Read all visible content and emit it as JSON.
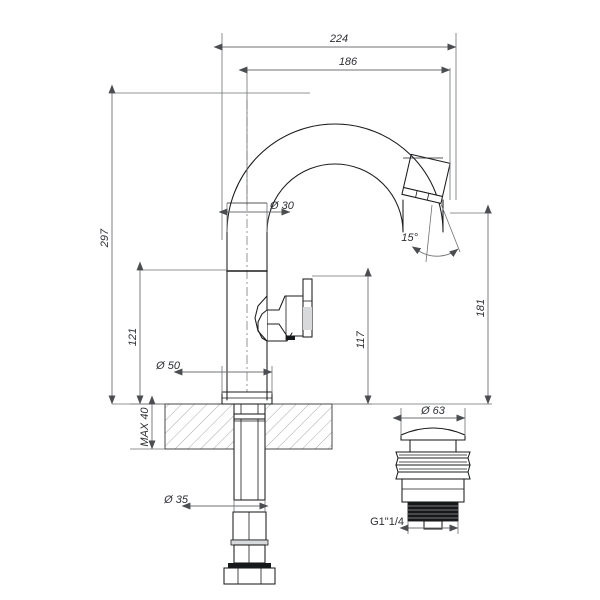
{
  "drawing": {
    "title": "Technical dimension drawing - single lever basin mixer tap with pop-up waste",
    "background_color": "#ffffff",
    "line_color": "#1b1c1e",
    "dimension_color": "#6e7073",
    "text_color": "#2d2f34",
    "units": "mm"
  },
  "dimensions": {
    "overall_spout_reach": "224",
    "inner_spout_reach": "186",
    "overall_height": "297",
    "body_height": "121",
    "spout_tube_diameter": "Ø 30",
    "base_diameter": "Ø 50",
    "shank_diameter": "Ø 35",
    "max_deck_thickness": "MAX 40",
    "handle_height": "117",
    "outlet_height": "181",
    "outlet_angle": "15°",
    "drain_cap_diameter": "Ø 63",
    "drain_thread": "G1\"1/4"
  },
  "views": {
    "main_view_name": "basin-mixer-elevation",
    "detail_view_name": "pop-up-waste-drain"
  }
}
